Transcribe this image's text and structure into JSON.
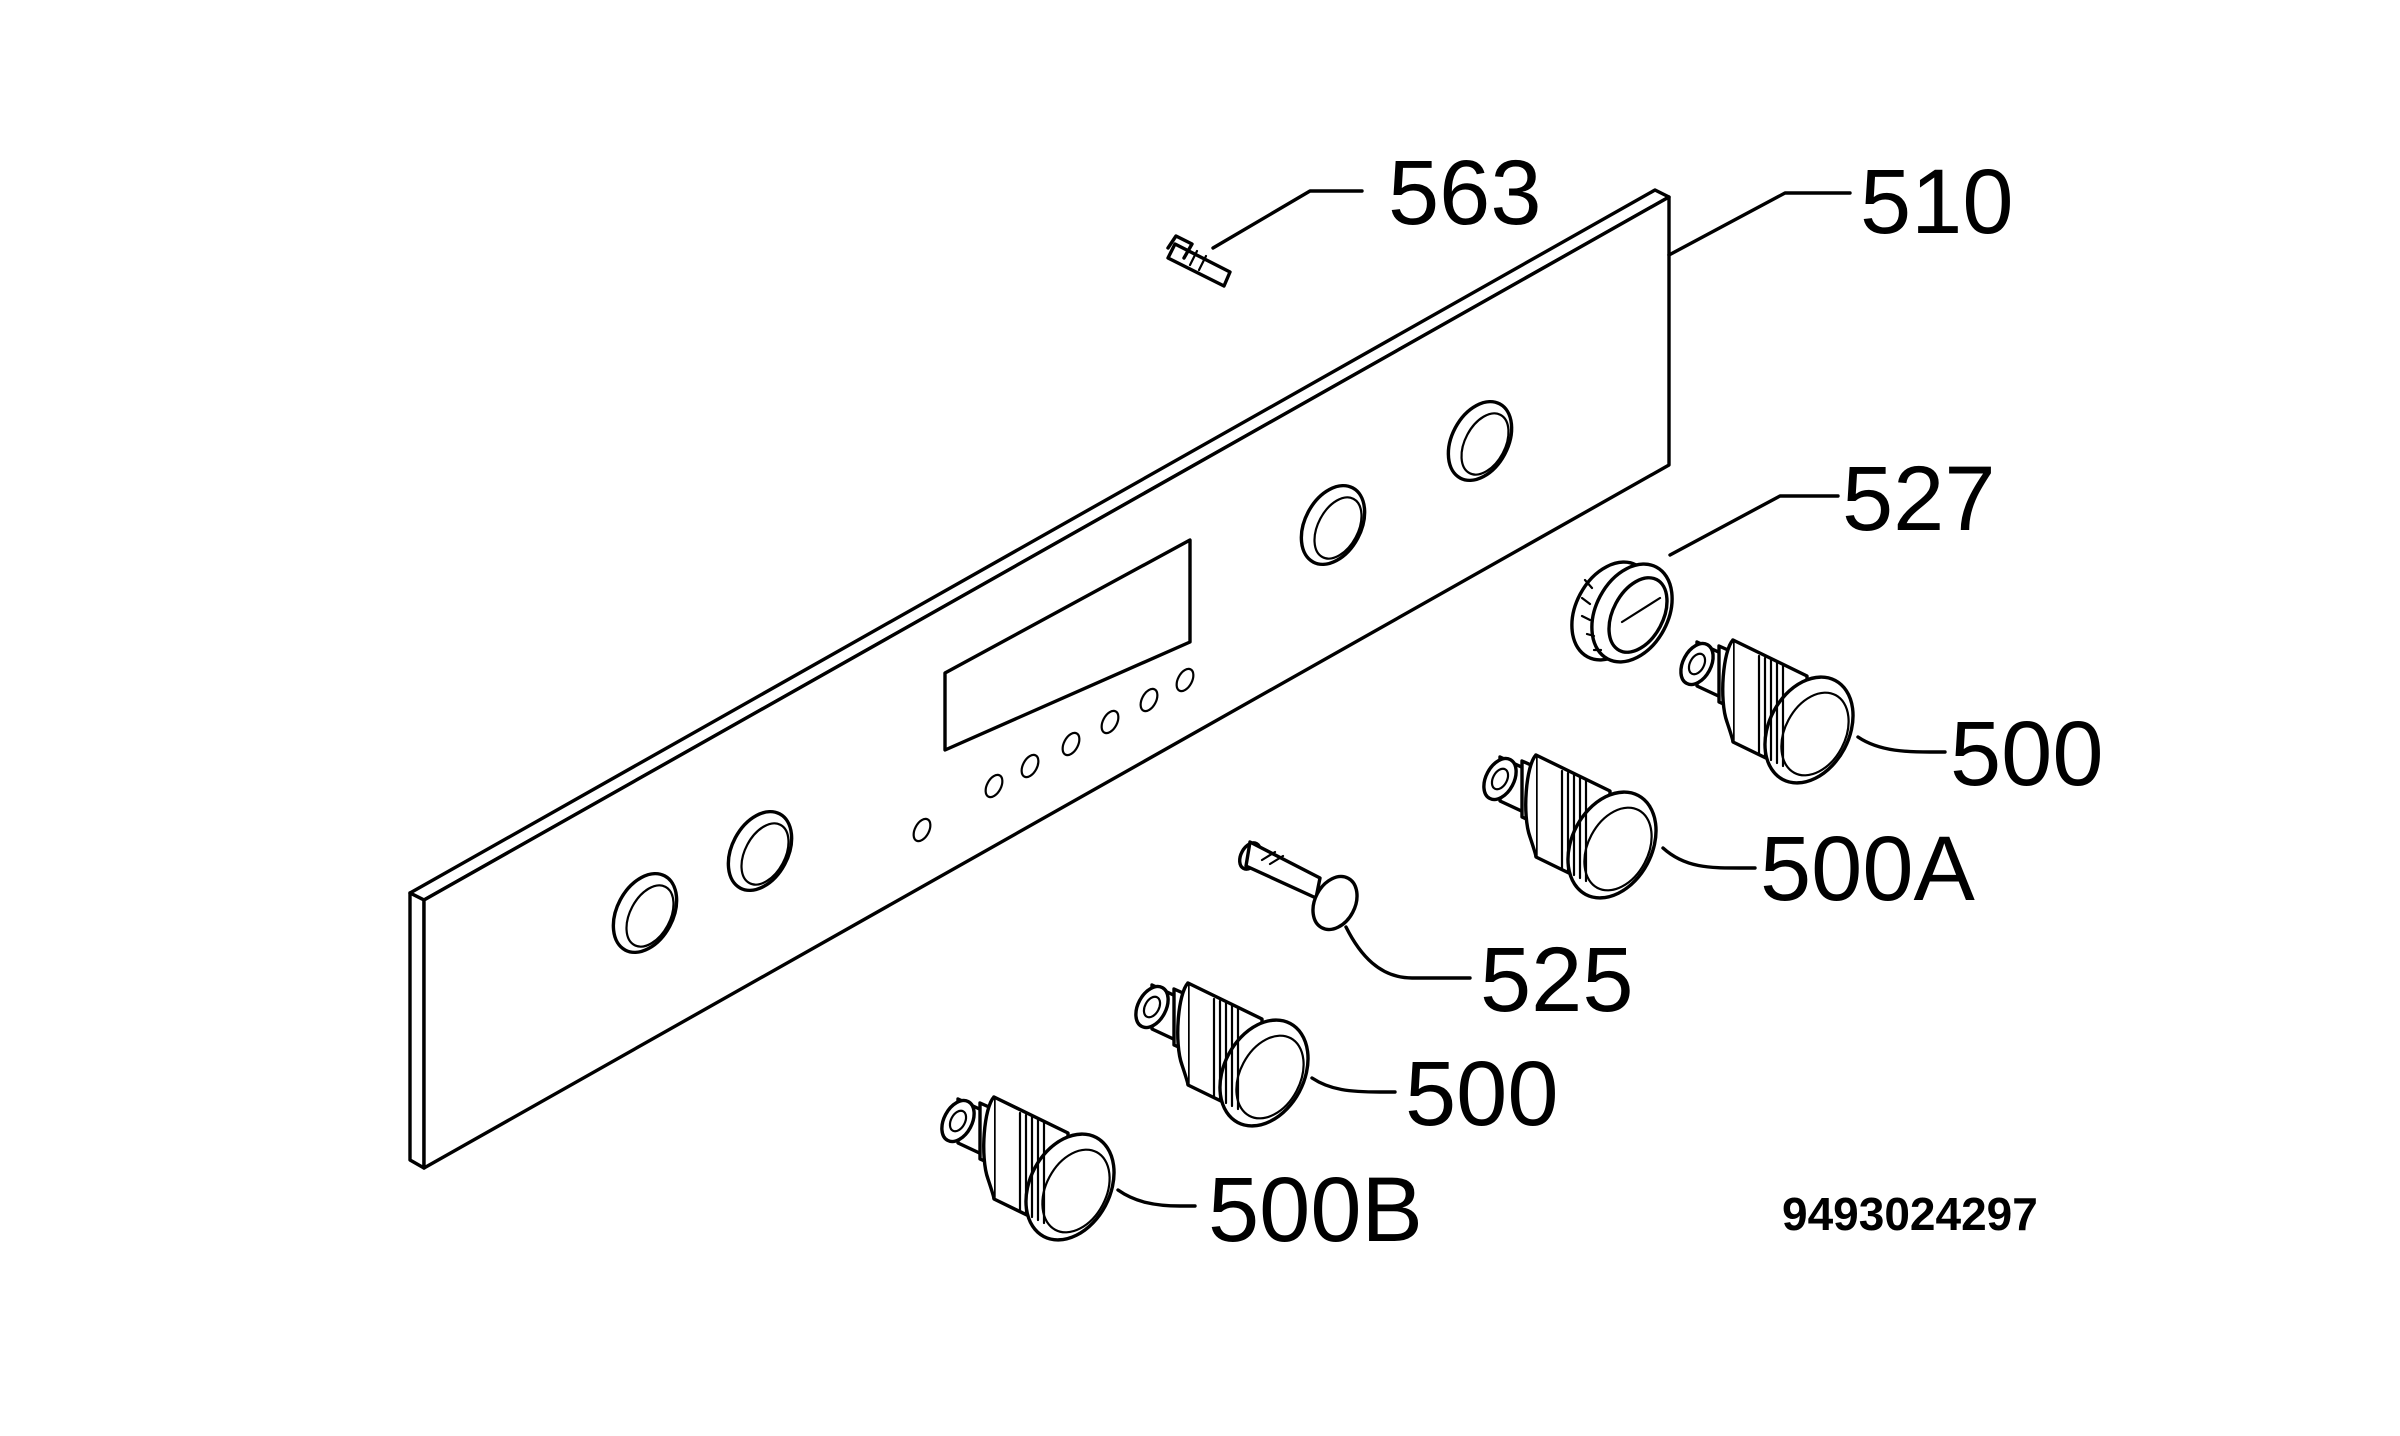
{
  "labels": {
    "p563": "563",
    "p510": "510",
    "p527": "527",
    "p500_top": "500",
    "p500a": "500A",
    "p525": "525",
    "p500_mid": "500",
    "p500b": "500B"
  },
  "drawing_number": "9493024297"
}
